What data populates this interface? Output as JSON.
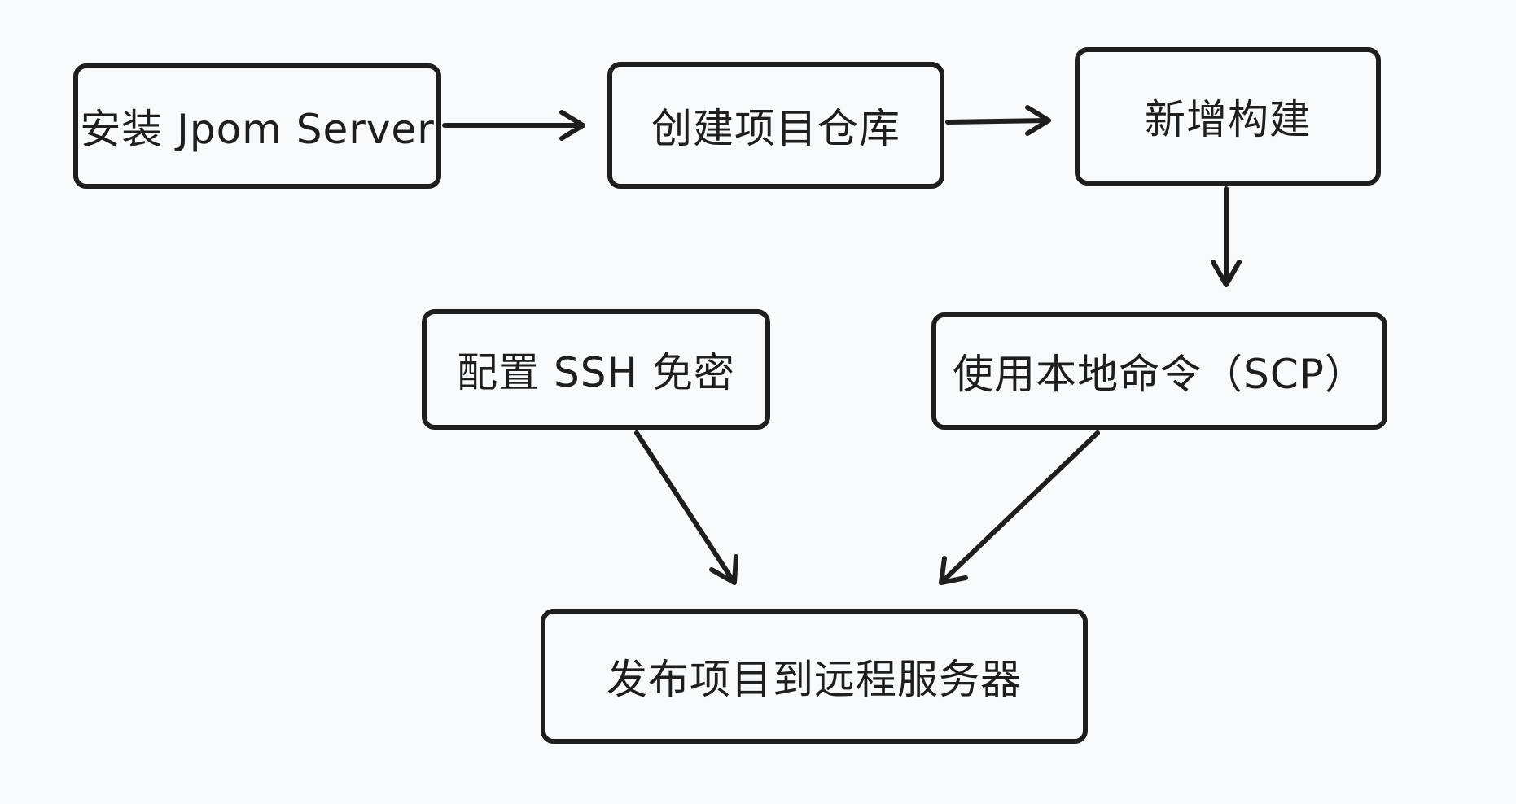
{
  "nodes": {
    "install": "安装 Jpom Server",
    "create_repo": "创建项目仓库",
    "new_build": "新增构建",
    "ssh": "配置 SSH 免密",
    "scp": "使用本地命令（SCP）",
    "publish": "发布项目到远程服务器"
  },
  "colors": {
    "background": "#f8f9fa",
    "stroke": "#1e1e1e"
  }
}
